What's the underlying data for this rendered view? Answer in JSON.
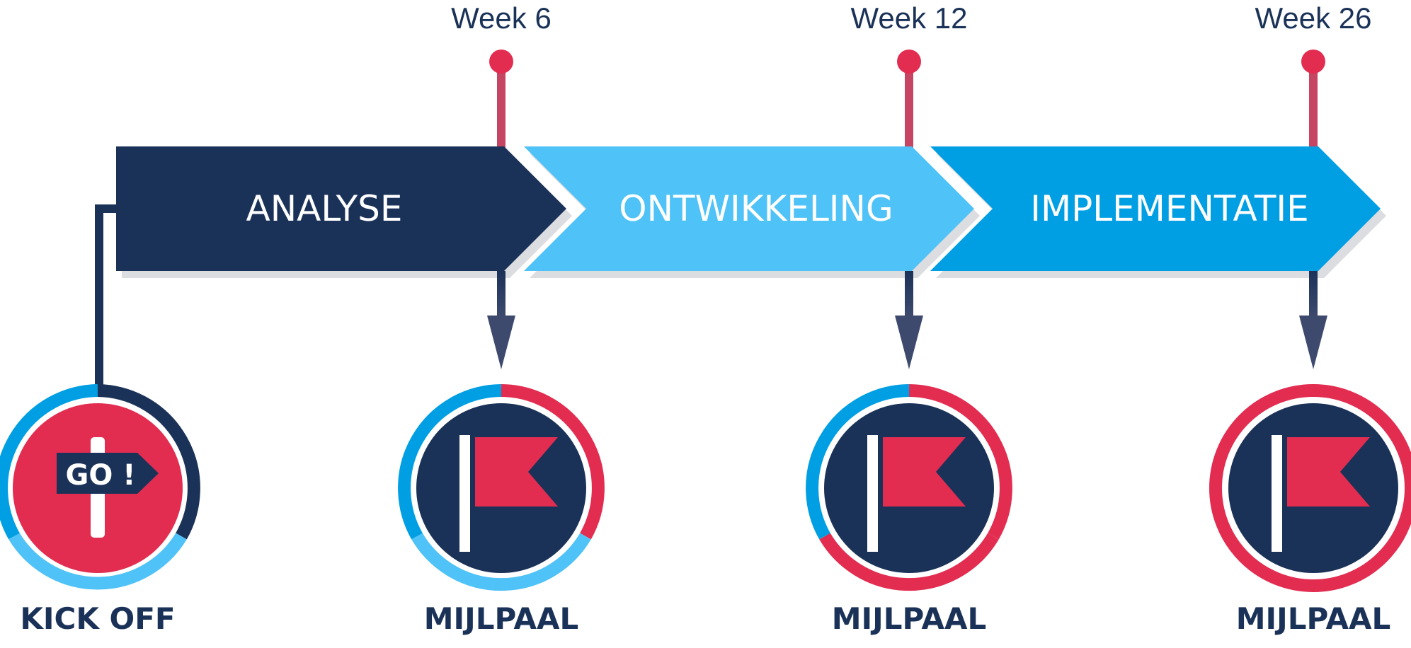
{
  "timeline": {
    "weeks": [
      "Week 6",
      "Week 12",
      "Week 26"
    ],
    "phases": [
      "ANALYSE",
      "ONTWIKKELING",
      "IMPLEMENTATIE"
    ],
    "kickoff": {
      "sign_text": "GO !",
      "label": "KICK OFF"
    },
    "milestone_label": "MIJLPAAL"
  },
  "colors": {
    "navy": "#1b3258",
    "light_blue": "#4fc2f7",
    "blue": "#009fe3",
    "red": "#e22d51",
    "pin_stem": "#c64563",
    "shadow": "#dcdde0"
  },
  "icons": [
    "signpost-icon",
    "flag-icon"
  ]
}
